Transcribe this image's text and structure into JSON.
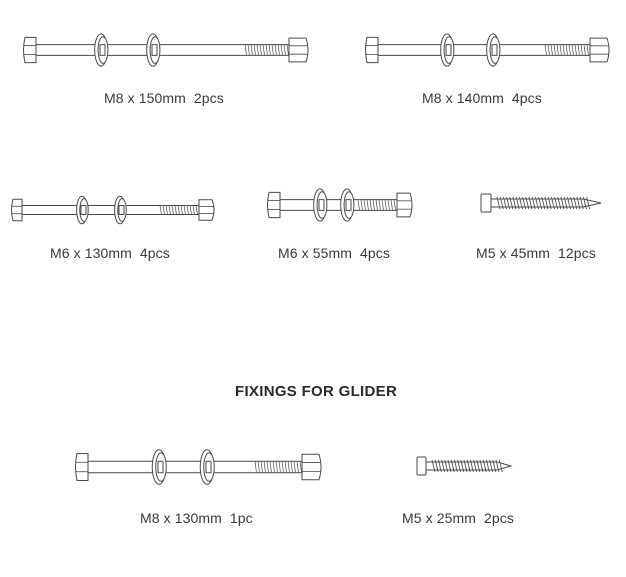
{
  "heading": "FIXINGS FOR GLIDER",
  "items": [
    {
      "label": "M8 x 150mm  2pcs",
      "icon": "bolt-with-washers-icon"
    },
    {
      "label": "M8 x 140mm  4pcs",
      "icon": "bolt-with-washers-icon"
    },
    {
      "label": "M6 x 130mm  4pcs",
      "icon": "bolt-with-washers-icon"
    },
    {
      "label": "M6 x 55mm  4pcs",
      "icon": "bolt-with-washers-icon"
    },
    {
      "label": "M5 x 45mm  12pcs",
      "icon": "screw-icon"
    },
    {
      "label": "M8 x 130mm  1pc",
      "icon": "bolt-with-washers-icon"
    },
    {
      "label": "M5 x 25mm  2pcs",
      "icon": "screw-icon"
    }
  ],
  "colors": {
    "line": "#4a4a4a",
    "text": "#3a3a3a"
  }
}
